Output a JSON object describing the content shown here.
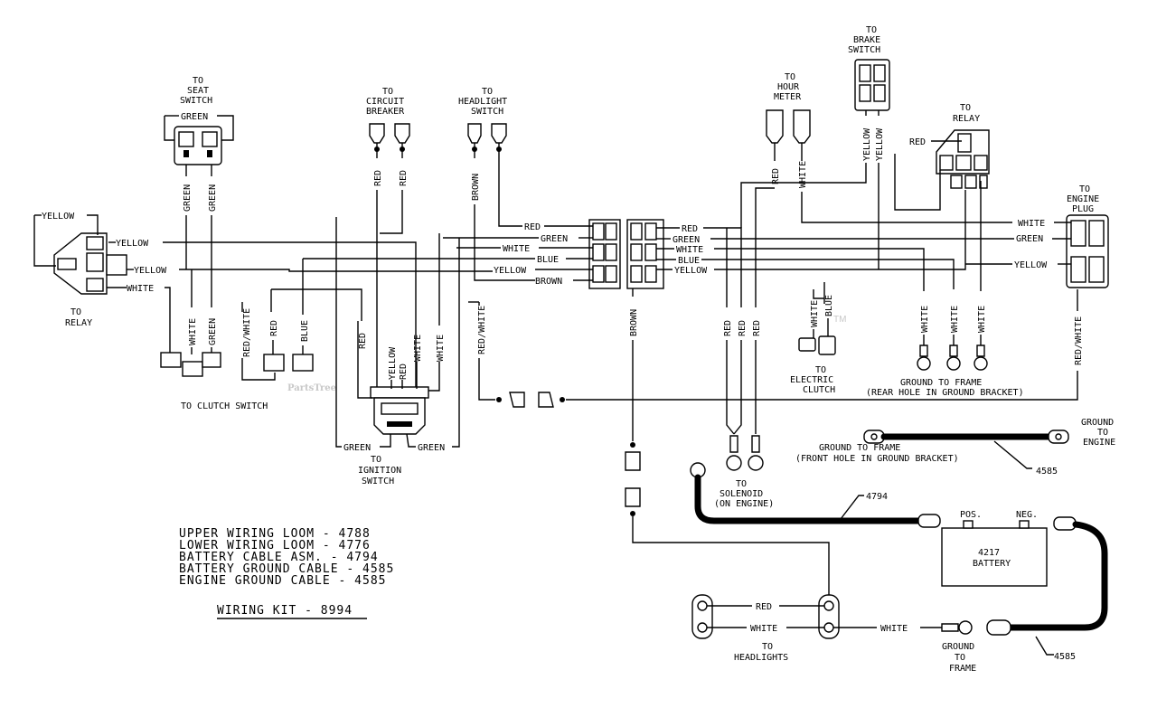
{
  "watermark": {
    "text": "PartsTree",
    "tm": "TM"
  },
  "labels": {
    "to_seat_switch": [
      "TO",
      "SEAT",
      "SWITCH"
    ],
    "to_circuit_breaker": [
      "TO",
      "CIRCUIT",
      "BREAKER"
    ],
    "to_headlight_switch": [
      "TO",
      "HEADLIGHT",
      "SWITCH"
    ],
    "to_hour_meter": [
      "TO",
      "HOUR",
      "METER"
    ],
    "to_brake_switch": [
      "TO",
      "BRAKE",
      "SWITCH"
    ],
    "to_relay_top": [
      "TO",
      "RELAY"
    ],
    "to_engine_plug": [
      "TO",
      "ENGINE",
      "PLUG"
    ],
    "to_relay_left": [
      "TO",
      "RELAY"
    ],
    "to_clutch_switch": "TO CLUTCH SWITCH",
    "to_ignition_switch": [
      "TO",
      "IGNITION",
      "SWITCH"
    ],
    "to_electric_clutch": [
      "TO",
      "ELECTRIC",
      "CLUTCH"
    ],
    "ground_to_frame_rear": [
      "GROUND TO FRAME",
      "(REAR HOLE IN GROUND BRACKET)"
    ],
    "ground_to_engine": [
      "GROUND",
      "TO",
      "ENGINE"
    ],
    "ground_to_frame_front": [
      "GROUND TO FRAME",
      "(FRONT HOLE IN GROUND BRACKET)"
    ],
    "to_solenoid": [
      "TO",
      "SOLENOID",
      "(ON ENGINE)"
    ],
    "to_headlights": [
      "TO",
      "HEADLIGHTS"
    ],
    "ground_to_frame_bottom": [
      "GROUND",
      "TO",
      "FRAME"
    ],
    "battery": {
      "pos": "POS.",
      "neg": "NEG.",
      "part": "4217",
      "name": "BATTERY"
    },
    "part_4585_top": "4585",
    "part_4794": "4794",
    "part_4585_bottom": "4585"
  },
  "wires": {
    "yellow": "YELLOW",
    "green": "GREEN",
    "white": "WHITE",
    "red": "RED",
    "blue": "BLUE",
    "brown": "BROWN",
    "red_white": "RED/WHITE"
  },
  "legend": {
    "lines": [
      "UPPER WIRING LOOM - 4788",
      "LOWER WIRING LOOM - 4776",
      "BATTERY CABLE ASM. - 4794",
      "BATTERY GROUND CABLE - 4585",
      "ENGINE GROUND CABLE - 4585"
    ],
    "kit": "WIRING KIT - 8994"
  }
}
